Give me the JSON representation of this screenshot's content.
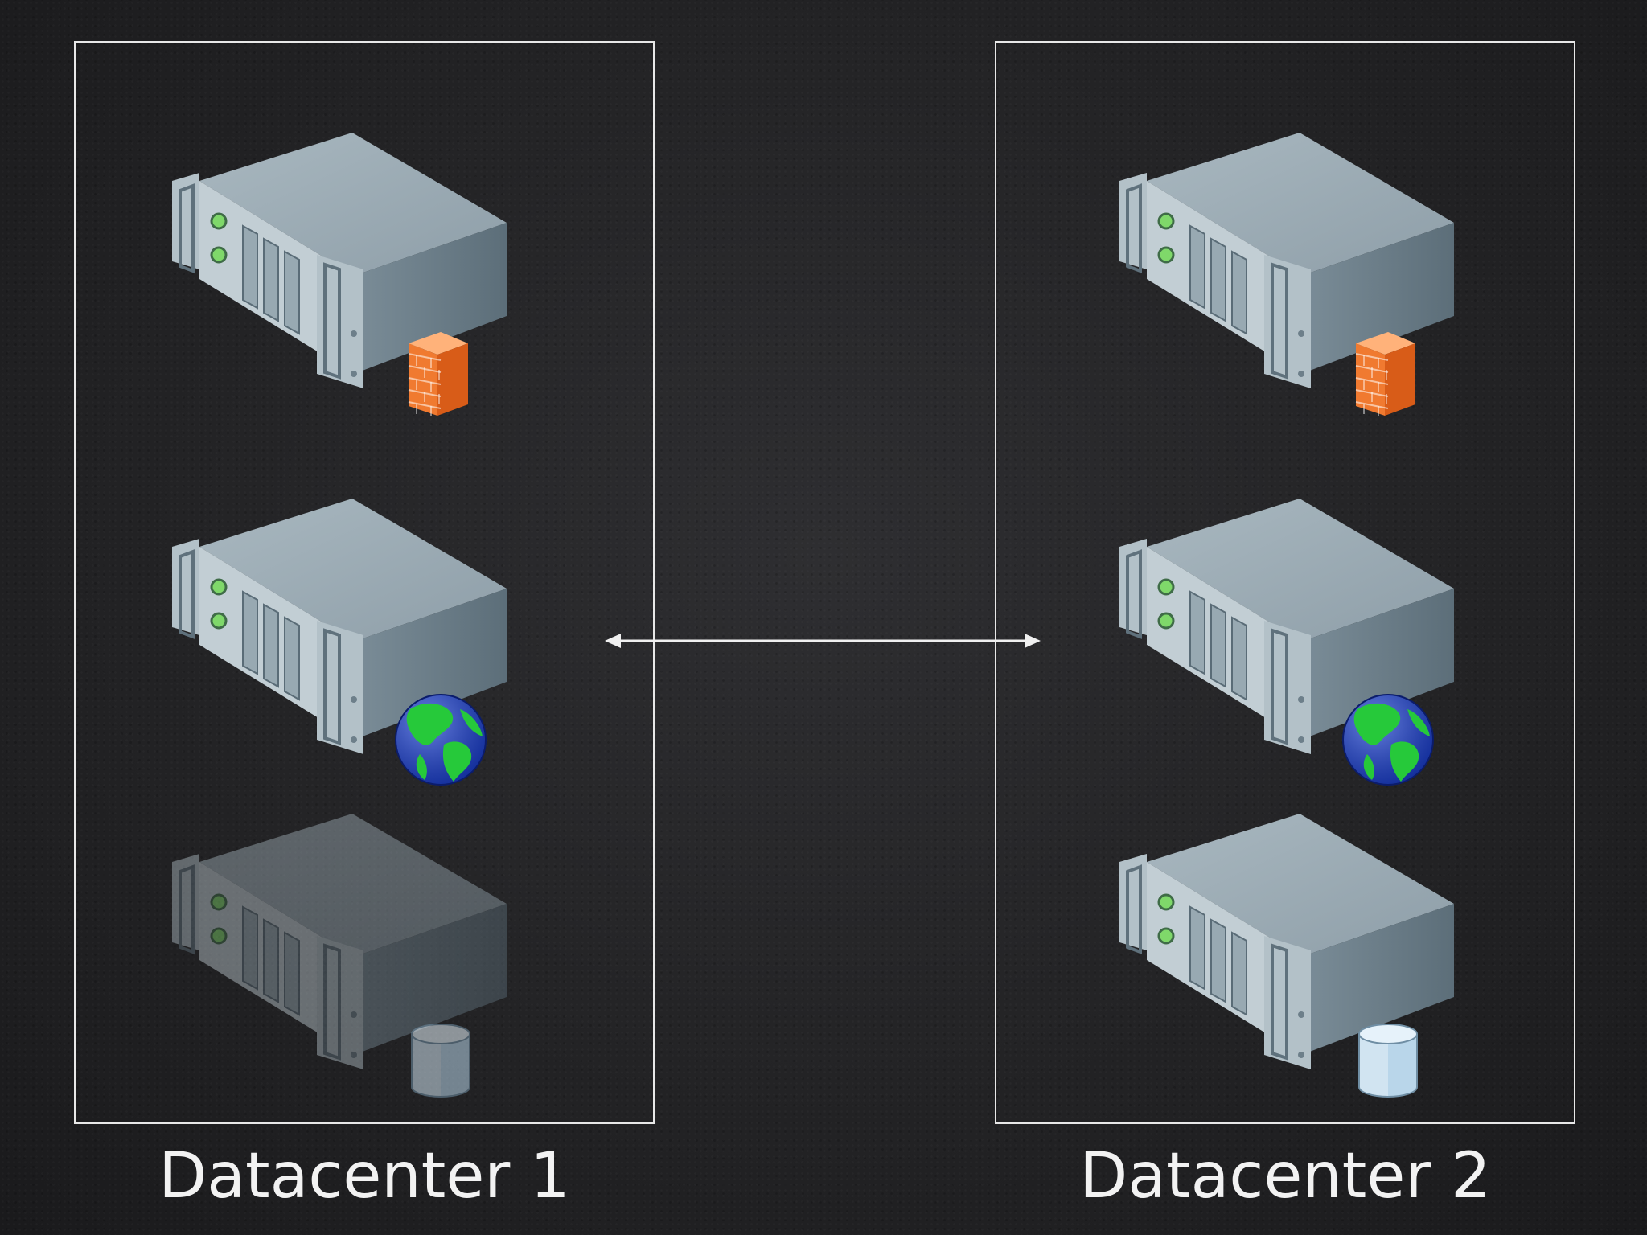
{
  "diagram": {
    "datacenters": [
      {
        "label": "Datacenter 1",
        "servers": [
          {
            "role": "firewall",
            "badge_icon": "firewall-icon",
            "dimmed": false
          },
          {
            "role": "web",
            "badge_icon": "globe-icon",
            "dimmed": false
          },
          {
            "role": "database",
            "badge_icon": "database-icon",
            "dimmed": true
          }
        ]
      },
      {
        "label": "Datacenter 2",
        "servers": [
          {
            "role": "firewall",
            "badge_icon": "firewall-icon",
            "dimmed": false
          },
          {
            "role": "web",
            "badge_icon": "globe-icon",
            "dimmed": false
          },
          {
            "role": "database",
            "badge_icon": "database-icon",
            "dimmed": false
          }
        ]
      }
    ],
    "link": {
      "style": "bidirectional-arrow",
      "from": "Datacenter 1 web server",
      "to": "Datacenter 2 web server"
    },
    "colors": {
      "background": "#232325",
      "box_border": "#e8e8e8",
      "label_text": "#f2f2f2",
      "server_body": "#8e9ea8",
      "firewall": "#f07a30",
      "globe_ocean": "#1a3fd0",
      "globe_land": "#26c93a",
      "database": "#b9d6ea"
    }
  }
}
